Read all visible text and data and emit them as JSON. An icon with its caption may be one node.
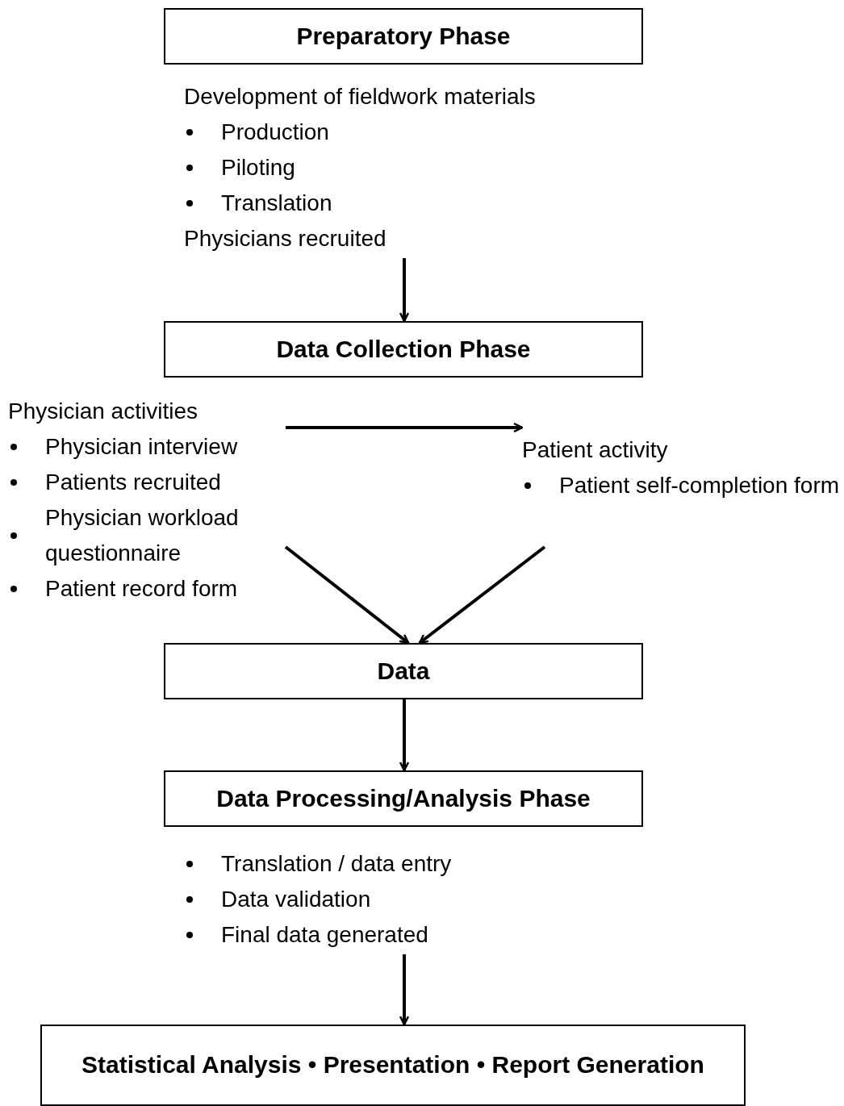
{
  "diagram": {
    "nodes": [
      {
        "text": [
          "Preparatory Phase"
        ]
      },
      {
        "text": [
          "Development of fieldwork materials",
          "Production",
          "Piloting",
          "Translation",
          "Physicians recruited"
        ]
      },
      {
        "text": [
          "Data Collection Phase"
        ]
      },
      {
        "text": [
          "Physician activities",
          "Physician interview",
          "Patients recruited",
          "Physician workload questionnaire",
          "Patient record form"
        ]
      },
      {
        "text": [
          "Patient activity",
          "Patient self-completion form"
        ]
      },
      {
        "text": [
          "Data"
        ]
      },
      {
        "text": [
          "Data Processing/Analysis Phase"
        ]
      },
      {
        "text": [
          "Translation / data entry",
          "Data validation",
          "Final data generated"
        ]
      },
      {
        "text": [
          "Statistical Analysis • Presentation • Report Generation"
        ]
      }
    ],
    "edges": [
      {
        "from": 1,
        "to": 2,
        "arrow": "to"
      },
      {
        "from": 3,
        "to": 4,
        "arrow": "to"
      },
      {
        "from": 3,
        "to": 5,
        "arrow": "to"
      },
      {
        "from": 4,
        "to": 5,
        "arrow": "to"
      },
      {
        "from": 5,
        "to": 6,
        "arrow": "to"
      },
      {
        "from": 7,
        "to": 8,
        "arrow": "to"
      }
    ]
  }
}
